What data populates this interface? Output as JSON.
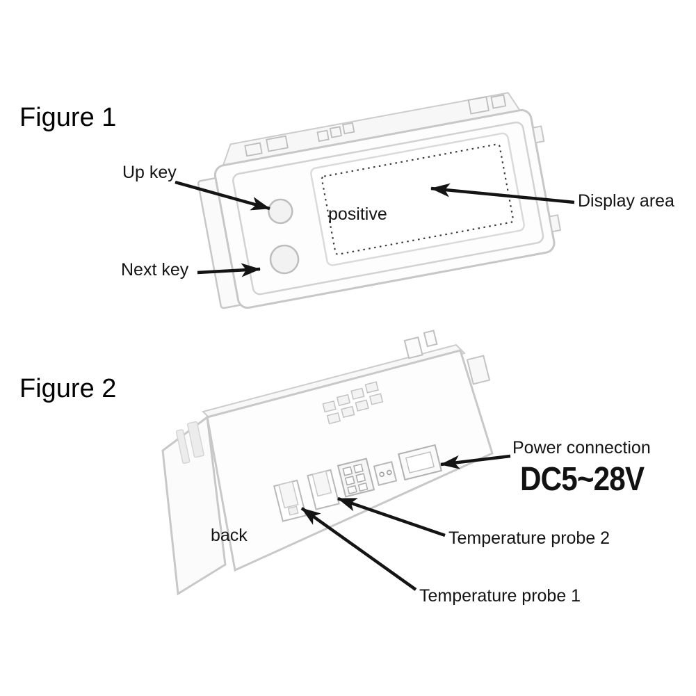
{
  "page": {
    "background": "#ffffff"
  },
  "colors": {
    "sketch_stroke": "#c7c7c7",
    "detail_stroke": "#b2b2b2",
    "dotted_border": "#3a3a3a",
    "arrow": "#141414",
    "text": "#141414"
  },
  "figure1": {
    "title": "Figure 1",
    "labels": {
      "up_key": "Up key",
      "next_key": "Next key",
      "positive": "positive",
      "display_area": "Display area"
    }
  },
  "figure2": {
    "title": "Figure 2",
    "labels": {
      "back": "back",
      "power_connection": "Power connection",
      "power_voltage": "DC5~28V",
      "temperature_probe_2": "Temperature probe 2",
      "temperature_probe_1": "Temperature probe 1"
    }
  }
}
